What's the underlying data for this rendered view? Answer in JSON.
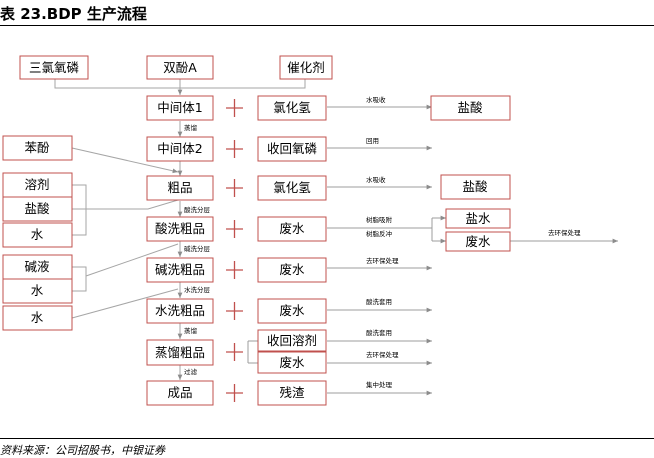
{
  "title": "表 23.BDP 生产流程",
  "source": "资料来源：公司招股书，中银证券",
  "nodes": {
    "n_sanlv": "三氯氧磷",
    "n_shuangfen": "双酚A",
    "n_cuihua": "催化剂",
    "n_zj1": "中间体1",
    "n_lvhq1": "氯化氢",
    "n_ys1": "盐酸",
    "n_benfen": "苯酚",
    "n_zj2": "中间体2",
    "n_hslv": "收回氧磷",
    "n_rongji": "溶剂",
    "n_cupin": "粗品",
    "n_lvhq2": "氯化氢",
    "n_ys2": "盐酸",
    "n_ys3": "盐酸",
    "n_sxcp": "酸洗粗品",
    "n_fs1": "废水",
    "n_yanshui": "盐水",
    "n_fs_r": "废水",
    "n_shui1": "水",
    "n_jianye": "碱液",
    "n_jxcp": "碱洗粗品",
    "n_fs2": "废水",
    "n_shui2": "水",
    "n_shui3": "水",
    "n_sxcp2": "水洗粗品",
    "n_fs3": "废水",
    "n_zlcp": "蒸馏粗品",
    "n_hsrj": "收回溶剂",
    "n_fs4": "废水",
    "n_cp": "成品",
    "n_canzha": "残渣"
  },
  "labels": {
    "l_zl": "蒸馏",
    "l_sxfc": "酸洗分层",
    "l_jxfc": "碱洗分层",
    "l_sxfc2": "水洗分层",
    "l_zl2": "蒸馏",
    "l_gl": "过滤",
    "l_sx1": "水吸收",
    "l_hy": "回用",
    "l_sx2": "水吸收",
    "l_szxf": "树脂吸附",
    "l_szfc": "树脂反冲",
    "l_hb1": "去环保处理",
    "l_hb_r": "去环保处理",
    "l_sxty": "酸洗套用",
    "l_sxty2": "酸洗套用",
    "l_hb2": "去环保处理",
    "l_jzcl": "集中处理"
  }
}
